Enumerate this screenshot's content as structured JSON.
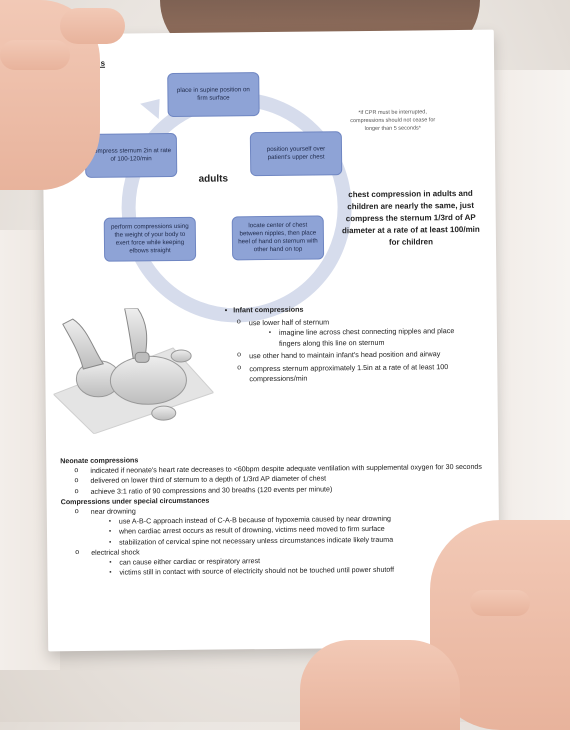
{
  "page": {
    "heading_fragment": "mpressions"
  },
  "cycle": {
    "center": "adults",
    "steps": [
      "place in supine position on firm surface",
      "position yourself over patient's upper chest",
      "locate center of chest between nipples, then place heel of hand on sternum with other hand on top",
      "perform compressions using the weight of your body to exert force while keeping elbows straight",
      "compress sternum 2in at rate of 100-120/min"
    ]
  },
  "side_note": "*if CPR must be interrupted, compressions should not cease for longer than 5 seconds*",
  "bold_note": "chest compression in adults and children are nearly the same, just compress the sternum 1/3rd of AP diameter at a rate of at least 100/min for children",
  "infant": {
    "heading": "Infant compressions",
    "items": [
      {
        "text": "use lower half of sternum",
        "sub": [
          "imagine line across chest connecting nipples and place fingers along this line on sternum"
        ]
      },
      {
        "text": "use other hand to maintain infant's head position and airway",
        "sub": []
      },
      {
        "text": "compress sternum approximately 1.5in at a rate of at least 100 compressions/min",
        "sub": []
      }
    ]
  },
  "neonate": {
    "heading": "Neonate compressions",
    "items": [
      "indicated if neonate's heart rate decreases to <60bpm despite adequate ventilation with supplemental oxygen for 30 seconds",
      "delivered on lower third of sternum to a depth of 1/3rd AP diameter of chest",
      "achieve 3:1 ratio of 90 compressions and 30 breaths (120 events per minute)"
    ]
  },
  "special": {
    "heading": "Compressions under special circumstances",
    "groups": [
      {
        "label": "near drowning",
        "items": [
          "use A-B-C approach instead of C-A-B because of hypoxemia caused by near drowning",
          "when cardiac arrest occurs as result of drowning, victims need moved to firm surface",
          "stabilization of cervical spine not necessary unless circumstances indicate likely trauma"
        ]
      },
      {
        "label": "electrical shock",
        "items": [
          "can cause either cardiac or respiratory arrest",
          "victims still in contact with source of electricity should not be touched until power shutoff"
        ]
      }
    ]
  },
  "colors": {
    "box_fill": "#8ea3d6",
    "ring": "#d6dcec"
  }
}
